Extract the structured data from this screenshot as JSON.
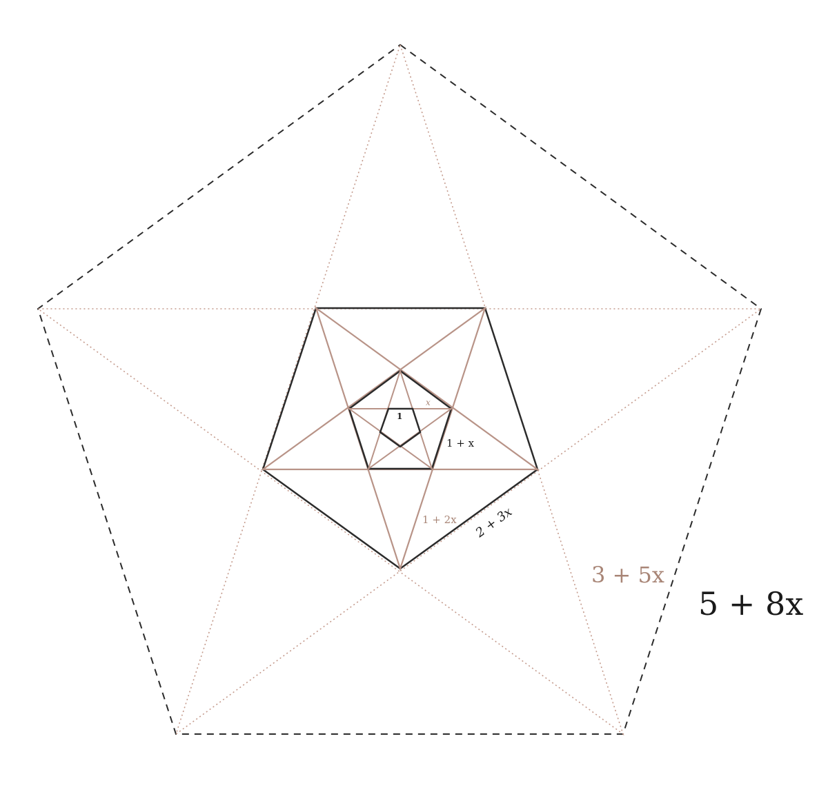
{
  "colors": {
    "dark": "#2b2b2b",
    "brown": "#b89387",
    "brown_dotted": "#c49a8c"
  },
  "labels": {
    "l1": "1",
    "lx": "x",
    "l1x": "1 + x",
    "l12x": "1 + 2x",
    "l23x": "2 + 3x",
    "l35x": "3 + 5x",
    "l58x": "5 + 8x"
  }
}
